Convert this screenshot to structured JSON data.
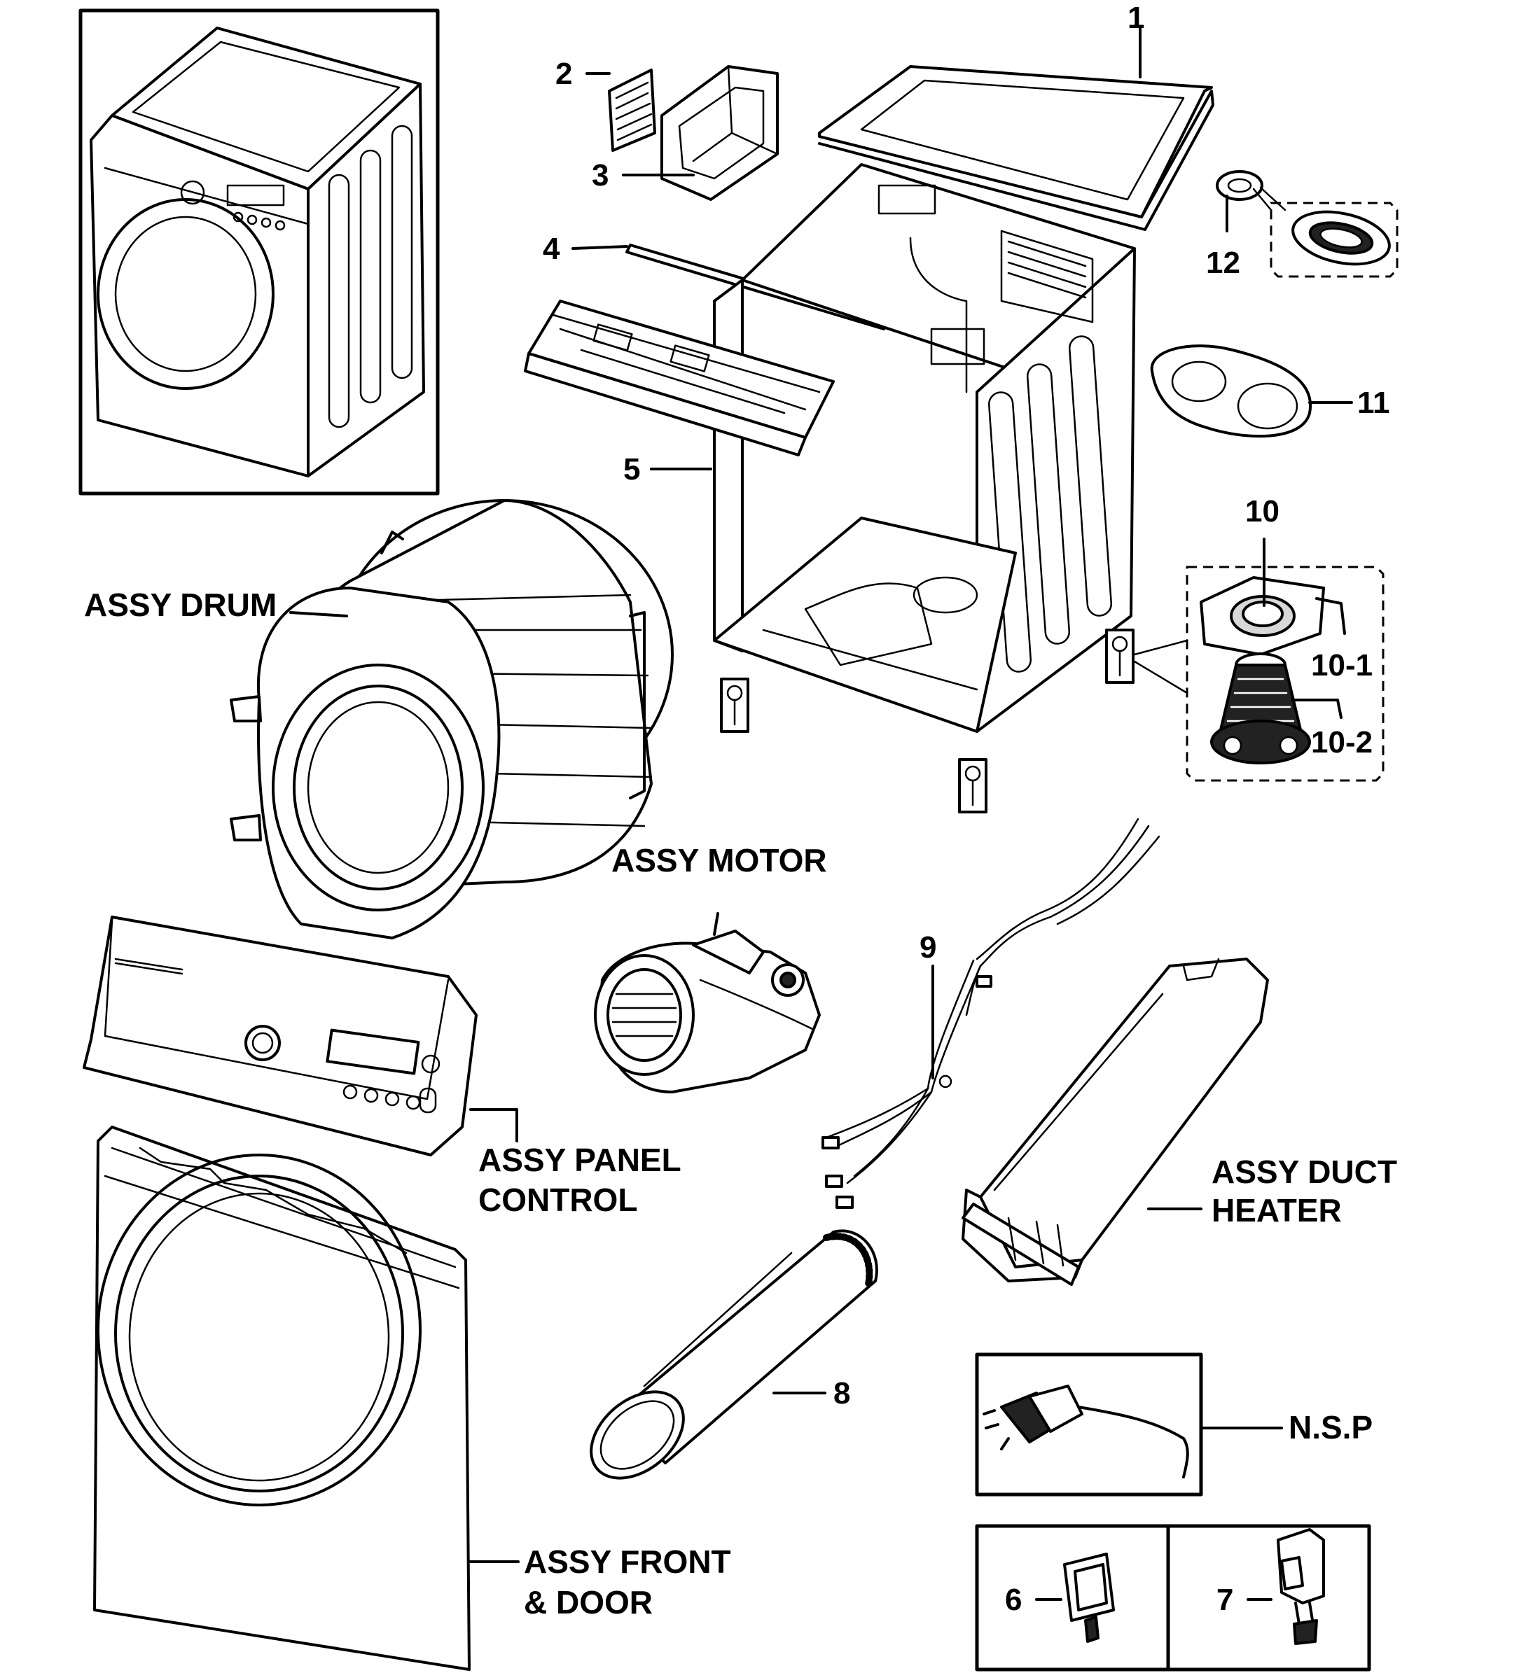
{
  "callouts": {
    "c1": "1",
    "c2": "2",
    "c3": "3",
    "c4": "4",
    "c5": "5",
    "c6": "6",
    "c7": "7",
    "c8": "8",
    "c9": "9",
    "c10": "10",
    "c10_1": "10-1",
    "c10_2": "10-2",
    "c11": "11",
    "c12": "12"
  },
  "assemblies": {
    "drum": "ASSY DRUM",
    "motor": "ASSY MOTOR",
    "panel_line1": "ASSY PANEL",
    "panel_line2": "CONTROL",
    "duct_line1": "ASSY DUCT",
    "duct_line2": "HEATER",
    "front_line1": "ASSY FRONT",
    "front_line2": "& DOOR",
    "nsp": "N.S.P"
  }
}
